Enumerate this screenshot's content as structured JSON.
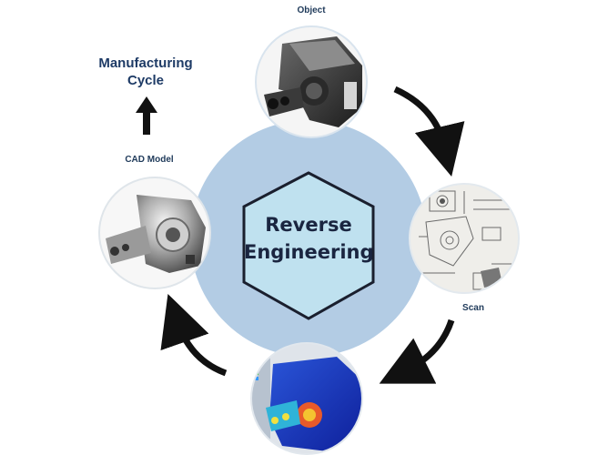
{
  "diagram": {
    "center_title_line1": "Reverse",
    "center_title_line2": "Engineering",
    "nodes": {
      "object": {
        "label": "Object"
      },
      "scan": {
        "label": "Scan"
      },
      "cad_model": {
        "label": "CAD Model"
      }
    },
    "manufacturing_cycle_line1": "Manufacturing",
    "manufacturing_cycle_line2": "Cycle"
  },
  "colors": {
    "outer_circle": "#b3cce4",
    "hexagon_fill": "#bfe1ef",
    "hexagon_stroke": "#1a1f2e",
    "arrow": "#111111",
    "label": "#1f3a5a"
  },
  "icons": [
    "object-part-image",
    "scan-drawing-image",
    "simulation-image",
    "cad-model-image",
    "arrow-up-icon"
  ]
}
